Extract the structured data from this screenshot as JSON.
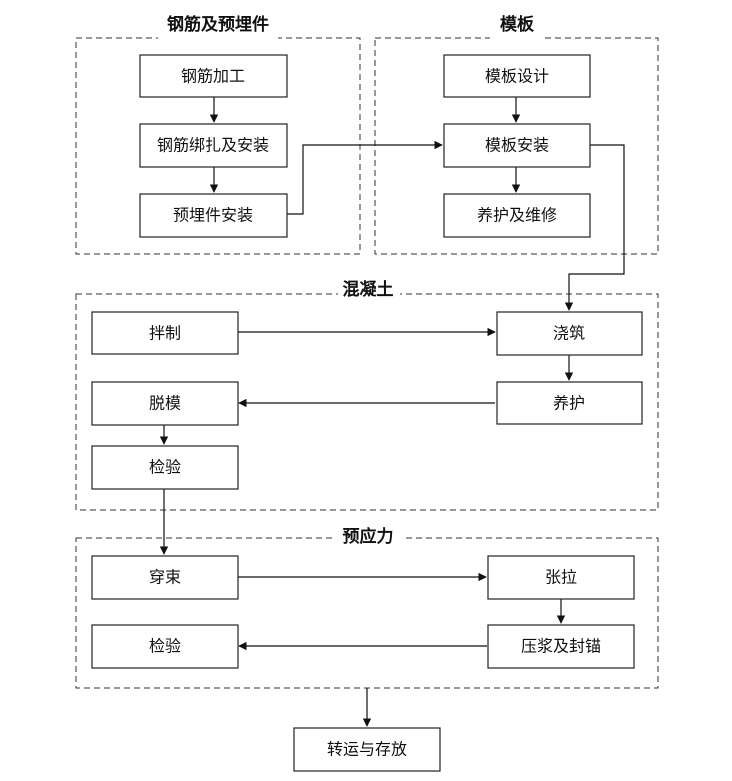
{
  "groups": {
    "rebar": {
      "title": "钢筋及预埋件"
    },
    "formwork": {
      "title": "模板"
    },
    "concrete": {
      "title": "混凝土"
    },
    "prestress": {
      "title": "预应力"
    }
  },
  "nodes": {
    "rebar_processing": "钢筋加工",
    "rebar_binding": "钢筋绑扎及安装",
    "embedded_install": "预埋件安装",
    "formwork_design": "模板设计",
    "formwork_install": "模板安装",
    "formwork_maintenance": "养护及维修",
    "mixing": "拌制",
    "pouring": "浇筑",
    "curing": "养护",
    "demolding": "脱模",
    "concrete_inspection": "检验",
    "threading": "穿束",
    "tensioning": "张拉",
    "grouting_anchoring": "压浆及封锚",
    "prestress_inspection": "检验",
    "transport_storage": "转运与存放"
  }
}
